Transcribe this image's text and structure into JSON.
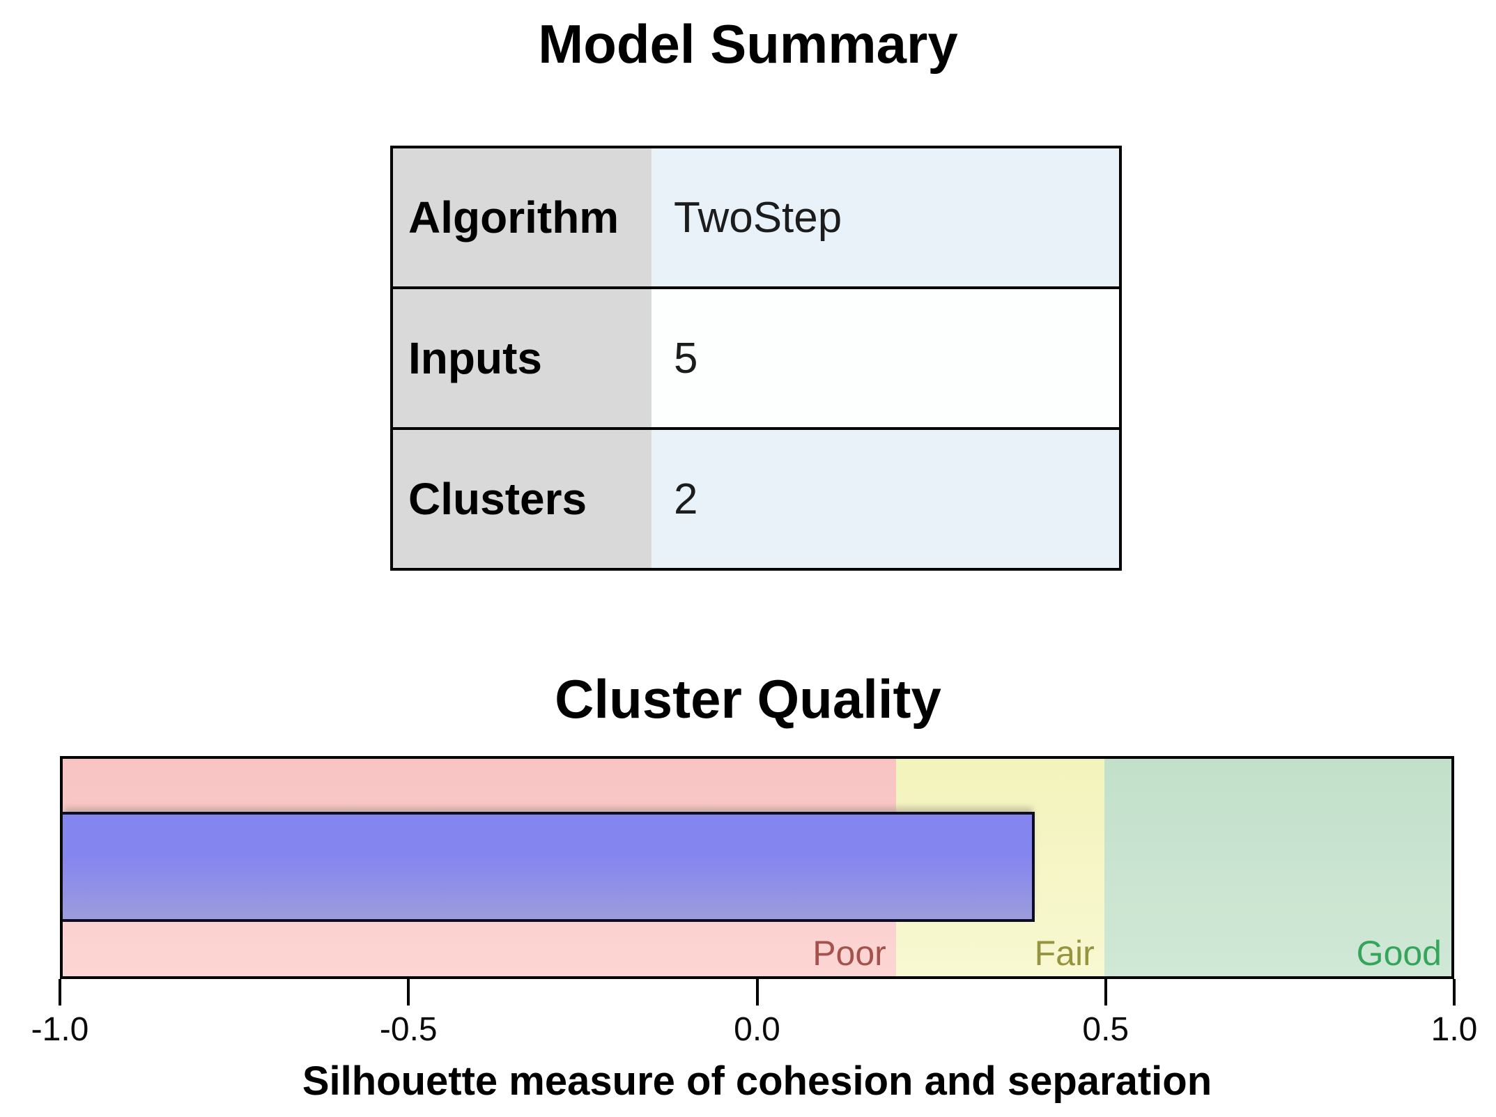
{
  "model_summary": {
    "title": "Model Summary",
    "rows": [
      {
        "label": "Algorithm",
        "value": "TwoStep"
      },
      {
        "label": "Inputs",
        "value": "5"
      },
      {
        "label": "Clusters",
        "value": "2"
      }
    ]
  },
  "cluster_quality": {
    "title": "Cluster Quality",
    "xlabel": "Silhouette measure of cohesion and separation",
    "xlim": [
      -1.0,
      1.0
    ],
    "tick_values": [
      -1.0,
      -0.5,
      0.0,
      0.5,
      1.0
    ],
    "tick_labels": [
      "-1.0",
      "-0.5",
      "0.0",
      "0.5",
      "1.0"
    ],
    "zones": [
      {
        "label": "Poor",
        "range": [
          -1.0,
          0.2
        ],
        "color_top": "#f8c3c3",
        "color_bottom": "#fcd6d4",
        "label_color": "#a4524c"
      },
      {
        "label": "Fair",
        "range": [
          0.2,
          0.5
        ],
        "color_top": "#f3f3bc",
        "color_bottom": "#f8f8d2",
        "label_color": "#95953f"
      },
      {
        "label": "Good",
        "range": [
          0.5,
          1.0
        ],
        "color_top": "#c2e0ca",
        "color_bottom": "#d0e8d6",
        "label_color": "#35a55c"
      }
    ],
    "bar": {
      "value": 0.4,
      "color_top": "#8585f0",
      "color_bottom": "#9c9cdc",
      "border_color": "#0d0d26"
    }
  },
  "chart_data": [
    {
      "type": "table",
      "title": "Model Summary",
      "rows": [
        [
          "Algorithm",
          "TwoStep"
        ],
        [
          "Inputs",
          "5"
        ],
        [
          "Clusters",
          "2"
        ]
      ]
    },
    {
      "type": "bar",
      "title": "Cluster Quality",
      "xlabel": "Silhouette measure of cohesion and separation",
      "xlim": [
        -1.0,
        1.0
      ],
      "x_ticks": [
        -1.0,
        -0.5,
        0.0,
        0.5,
        1.0
      ],
      "orientation": "horizontal",
      "value": 0.4,
      "quality_zones": [
        {
          "label": "Poor",
          "range": [
            -1.0,
            0.2
          ]
        },
        {
          "label": "Fair",
          "range": [
            0.2,
            0.5
          ]
        },
        {
          "label": "Good",
          "range": [
            0.5,
            1.0
          ]
        }
      ]
    }
  ]
}
